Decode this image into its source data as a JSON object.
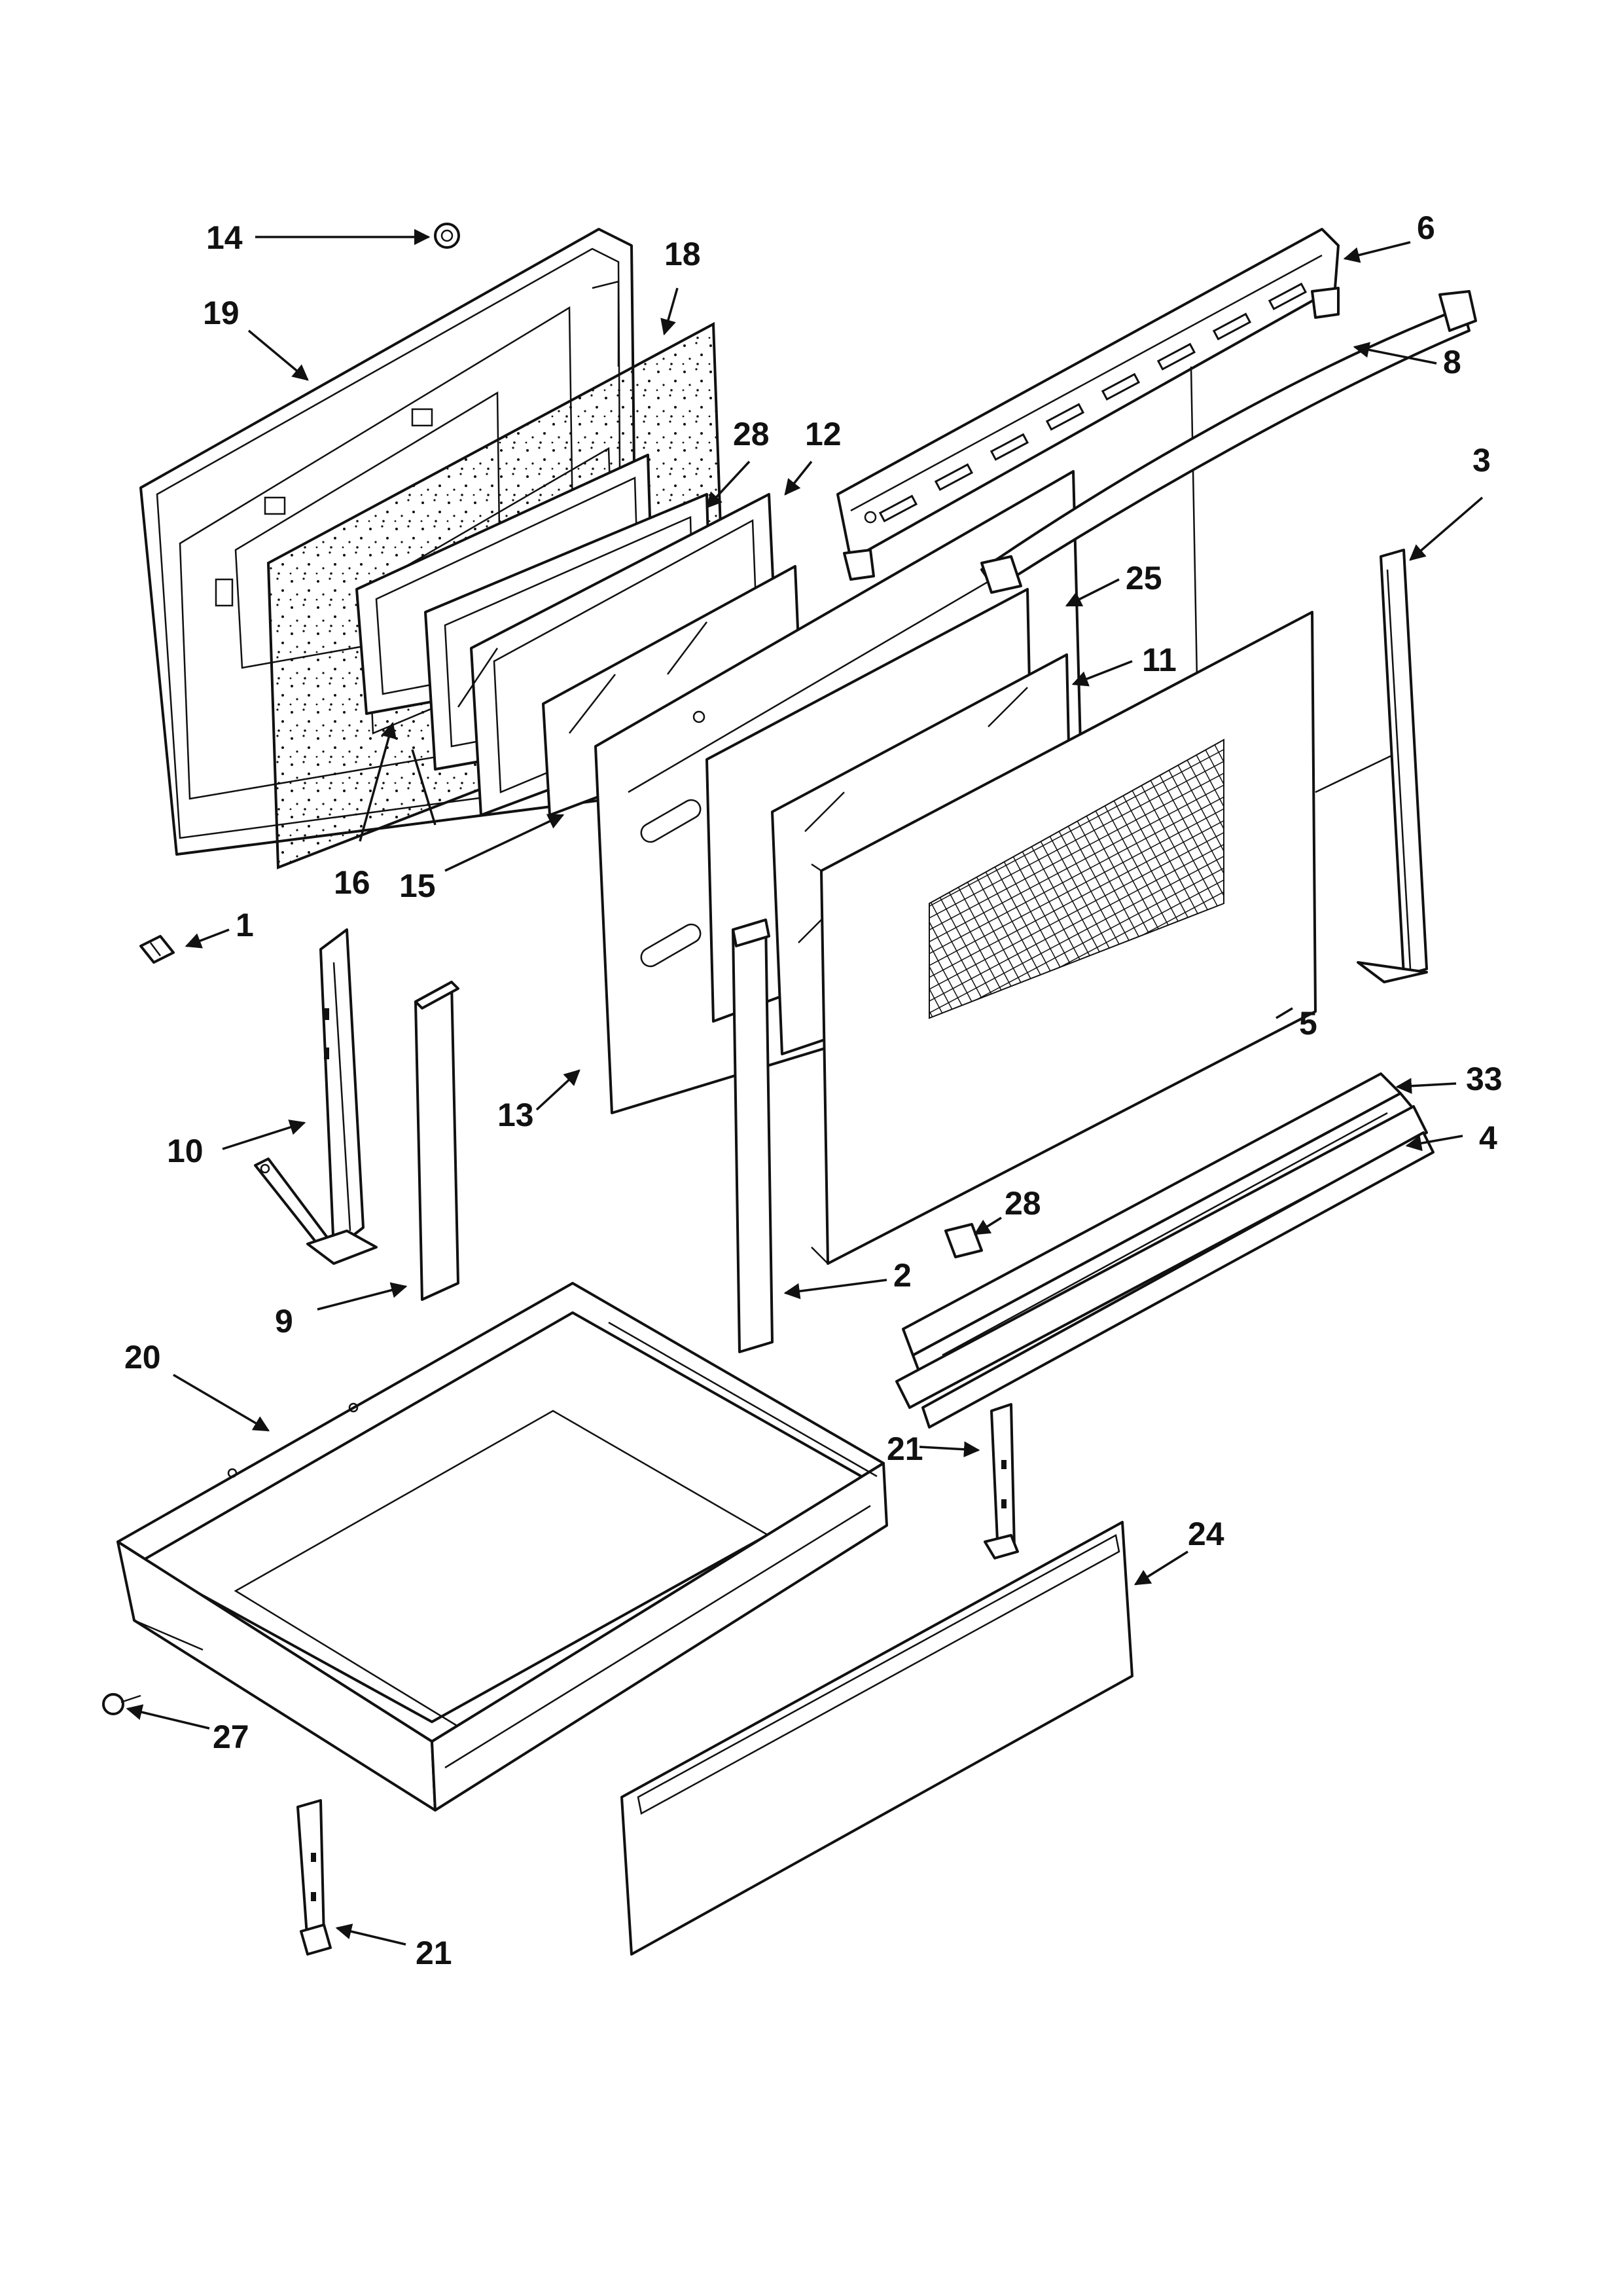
{
  "callouts": [
    {
      "id": "c14",
      "label": "14"
    },
    {
      "id": "c19",
      "label": "19"
    },
    {
      "id": "c18",
      "label": "18"
    },
    {
      "id": "c28a",
      "label": "28"
    },
    {
      "id": "c12",
      "label": "12"
    },
    {
      "id": "c6",
      "label": "6"
    },
    {
      "id": "c8",
      "label": "8"
    },
    {
      "id": "c3",
      "label": "3"
    },
    {
      "id": "c25",
      "label": "25"
    },
    {
      "id": "c11",
      "label": "11"
    },
    {
      "id": "c16",
      "label": "16"
    },
    {
      "id": "c15",
      "label": "15"
    },
    {
      "id": "c1",
      "label": "1"
    },
    {
      "id": "c5",
      "label": "5"
    },
    {
      "id": "c10",
      "label": "10"
    },
    {
      "id": "c13",
      "label": "13"
    },
    {
      "id": "c33",
      "label": "33"
    },
    {
      "id": "c4",
      "label": "4"
    },
    {
      "id": "c28b",
      "label": "28"
    },
    {
      "id": "c2",
      "label": "2"
    },
    {
      "id": "c9",
      "label": "9"
    },
    {
      "id": "c20",
      "label": "20"
    },
    {
      "id": "c21a",
      "label": "21"
    },
    {
      "id": "c24",
      "label": "24"
    },
    {
      "id": "c27",
      "label": "27"
    },
    {
      "id": "c21b",
      "label": "21"
    }
  ]
}
